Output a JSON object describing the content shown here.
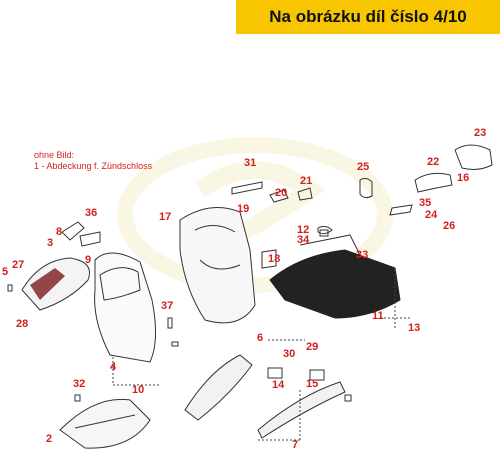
{
  "header": {
    "title": "Na obrázku díl číslo 4/10"
  },
  "note": {
    "line1": "ohne Bild:",
    "line2": "1 - Abdeckung f. Zündschloss"
  },
  "colors": {
    "banner": "#f7c600",
    "callout": "#d32020",
    "line": "#333333"
  },
  "callouts": [
    "2",
    "3",
    "4",
    "5",
    "6",
    "7",
    "8",
    "9",
    "10",
    "11",
    "12",
    "13",
    "14",
    "15",
    "16",
    "17",
    "18",
    "19",
    "20",
    "21",
    "22",
    "23",
    "24",
    "25",
    "26",
    "27",
    "28",
    "29",
    "30",
    "31",
    "32",
    "33",
    "34",
    "35",
    "36",
    "37"
  ]
}
